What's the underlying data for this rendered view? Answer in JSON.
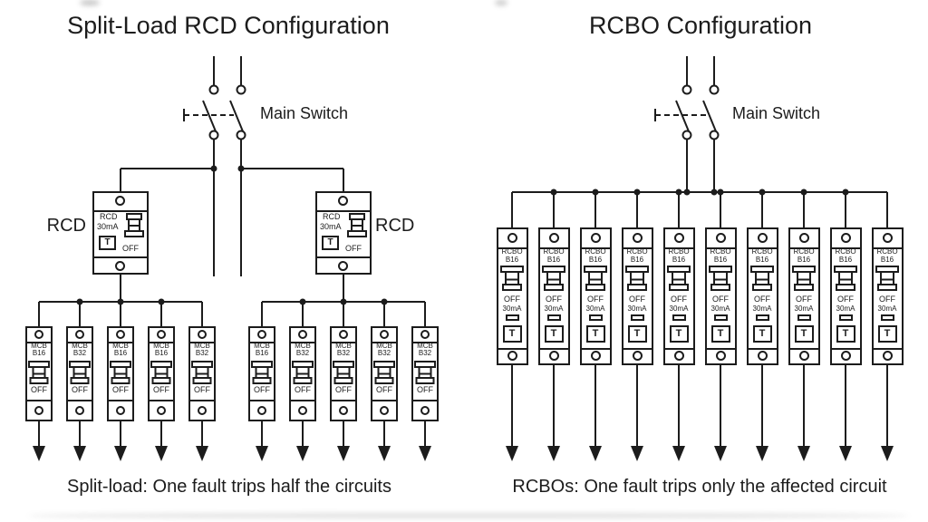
{
  "left_panel": {
    "title": "Split-Load RCD Configuration",
    "main_switch_label": "Main Switch",
    "rcds": [
      {
        "side_label": "RCD",
        "line1": "RCD",
        "line2": "30mA",
        "test_button": "T",
        "state": "OFF"
      },
      {
        "side_label": "RCD",
        "line1": "RCD",
        "line2": "30mA",
        "test_button": "T",
        "state": "OFF"
      }
    ],
    "breakers": [
      {
        "type": "MCB",
        "rating": "B16",
        "state": "OFF"
      },
      {
        "type": "MCB",
        "rating": "B32",
        "state": "OFF"
      },
      {
        "type": "MCB",
        "rating": "B16",
        "state": "OFF"
      },
      {
        "type": "MCB",
        "rating": "B16",
        "state": "OFF"
      },
      {
        "type": "MCB",
        "rating": "B32",
        "state": "OFF"
      },
      {
        "type": "MCB",
        "rating": "B16",
        "state": "OFF"
      },
      {
        "type": "MCB",
        "rating": "B32",
        "state": "OFF"
      },
      {
        "type": "MCB",
        "rating": "B32",
        "state": "OFF"
      },
      {
        "type": "MCB",
        "rating": "B32",
        "state": "OFF"
      },
      {
        "type": "MCB",
        "rating": "B32",
        "state": "OFF"
      }
    ],
    "caption": "Split-load: One fault trips half the circuits"
  },
  "right_panel": {
    "title": "RCBO Configuration",
    "main_switch_label": "Main Switch",
    "breakers": [
      {
        "type": "RCBO",
        "rating": "B16",
        "state": "OFF",
        "sensitivity": "30mA",
        "test_button": "T"
      },
      {
        "type": "RCBO",
        "rating": "B16",
        "state": "OFF",
        "sensitivity": "30mA",
        "test_button": "T"
      },
      {
        "type": "RCBO",
        "rating": "B16",
        "state": "OFF",
        "sensitivity": "30mA",
        "test_button": "T"
      },
      {
        "type": "RCBO",
        "rating": "B16",
        "state": "OFF",
        "sensitivity": "30mA",
        "test_button": "T"
      },
      {
        "type": "RCBO",
        "rating": "B16",
        "state": "OFF",
        "sensitivity": "30mA",
        "test_button": "T"
      },
      {
        "type": "RCBO",
        "rating": "B16",
        "state": "OFF",
        "sensitivity": "30mA",
        "test_button": "T"
      },
      {
        "type": "RCBO",
        "rating": "B16",
        "state": "OFF",
        "sensitivity": "30mA",
        "test_button": "T"
      },
      {
        "type": "RCBO",
        "rating": "B16",
        "state": "OFF",
        "sensitivity": "30mA",
        "test_button": "T"
      },
      {
        "type": "RCBO",
        "rating": "B16",
        "state": "OFF",
        "sensitivity": "30mA",
        "test_button": "T"
      },
      {
        "type": "RCBO",
        "rating": "B16",
        "state": "OFF",
        "sensitivity": "30mA",
        "test_button": "T"
      }
    ],
    "caption": "RCBOs: One fault trips only the affected circuit"
  },
  "colors": {
    "line": "#1c1c1c",
    "background": "#ffffff"
  }
}
